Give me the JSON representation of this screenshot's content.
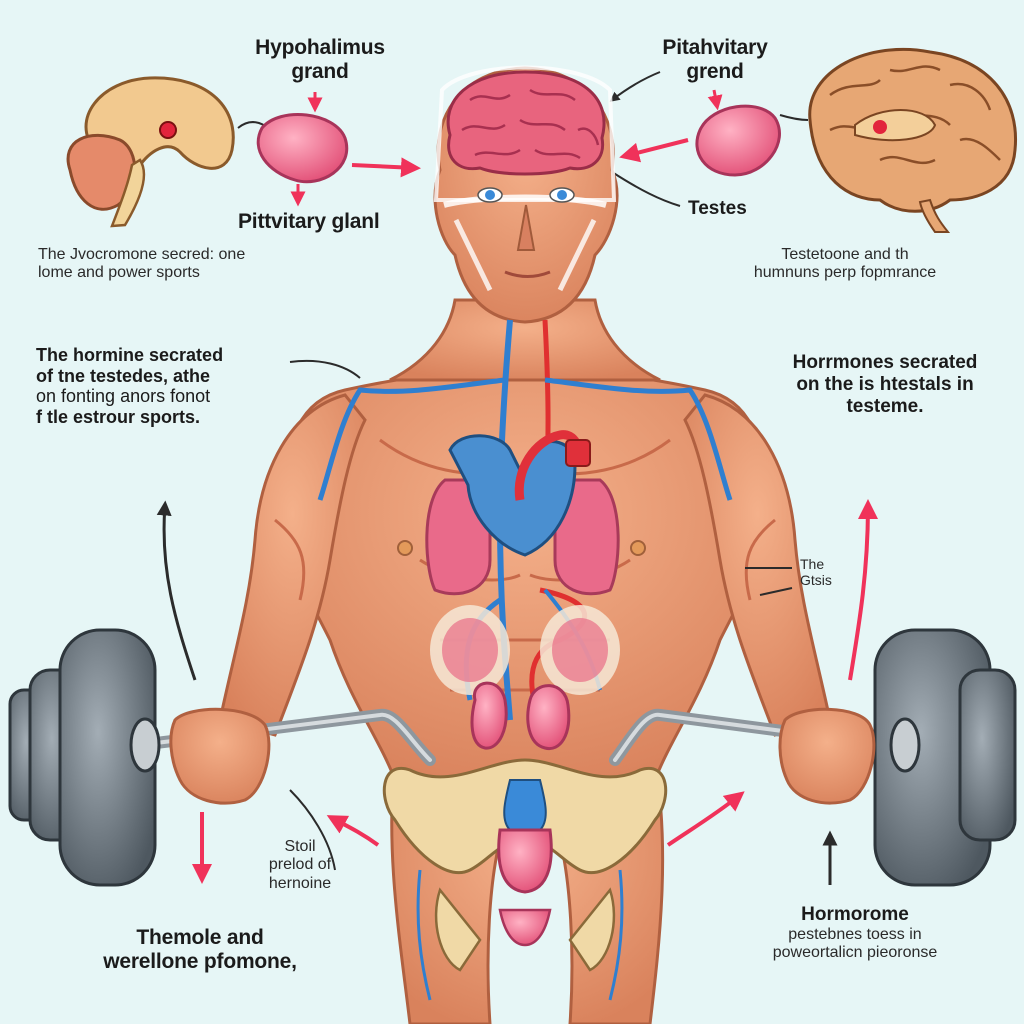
{
  "labels": {
    "hypothalamus": [
      "Hypohalimus",
      "grand"
    ],
    "pituitary_top": [
      "Pitahvitary",
      "grend"
    ],
    "pituitary_gland": "Pittvitary glanl",
    "testes_top": "Testes",
    "left_caption": [
      "The Jvocromone secred: one",
      "lome and power sports"
    ],
    "right_caption": [
      "Testetoone and th",
      "humnuns perp fopmrance"
    ],
    "left_mid": [
      "The hormine secrated",
      "of tne testedes, athe",
      "on fonting anors fonot",
      "f tle estrour sports."
    ],
    "right_mid": [
      "Horrmones secrated",
      "on the is htestals in",
      "testeme."
    ],
    "right_side_small": [
      "The",
      "Gtsis"
    ],
    "center_low": [
      "Stoil",
      "prelod of",
      "hernoine"
    ],
    "bottom_left": [
      "Themole and",
      "werellone pfomone,"
    ],
    "bottom_right": [
      "Hormorome",
      "pestebnes toess in",
      "poweortalicn pieoronse"
    ]
  },
  "colors": {
    "background": "#e6f6f6",
    "skin": "#e79a72",
    "muscle_shadow": "#c86a4a",
    "brain": "#e5647e",
    "gland": "#ee6a8a",
    "vein": "#2f7fd0",
    "artery": "#e03030",
    "bone": "#f0d9a6",
    "weight": "#6d7780",
    "arrow_red": "#f0325a",
    "arrow_dark": "#2b2b2b"
  },
  "icons": [
    "brain-icon",
    "pituitary-gland-icon",
    "heart-icon",
    "barbell-icon",
    "arrow-icon"
  ]
}
